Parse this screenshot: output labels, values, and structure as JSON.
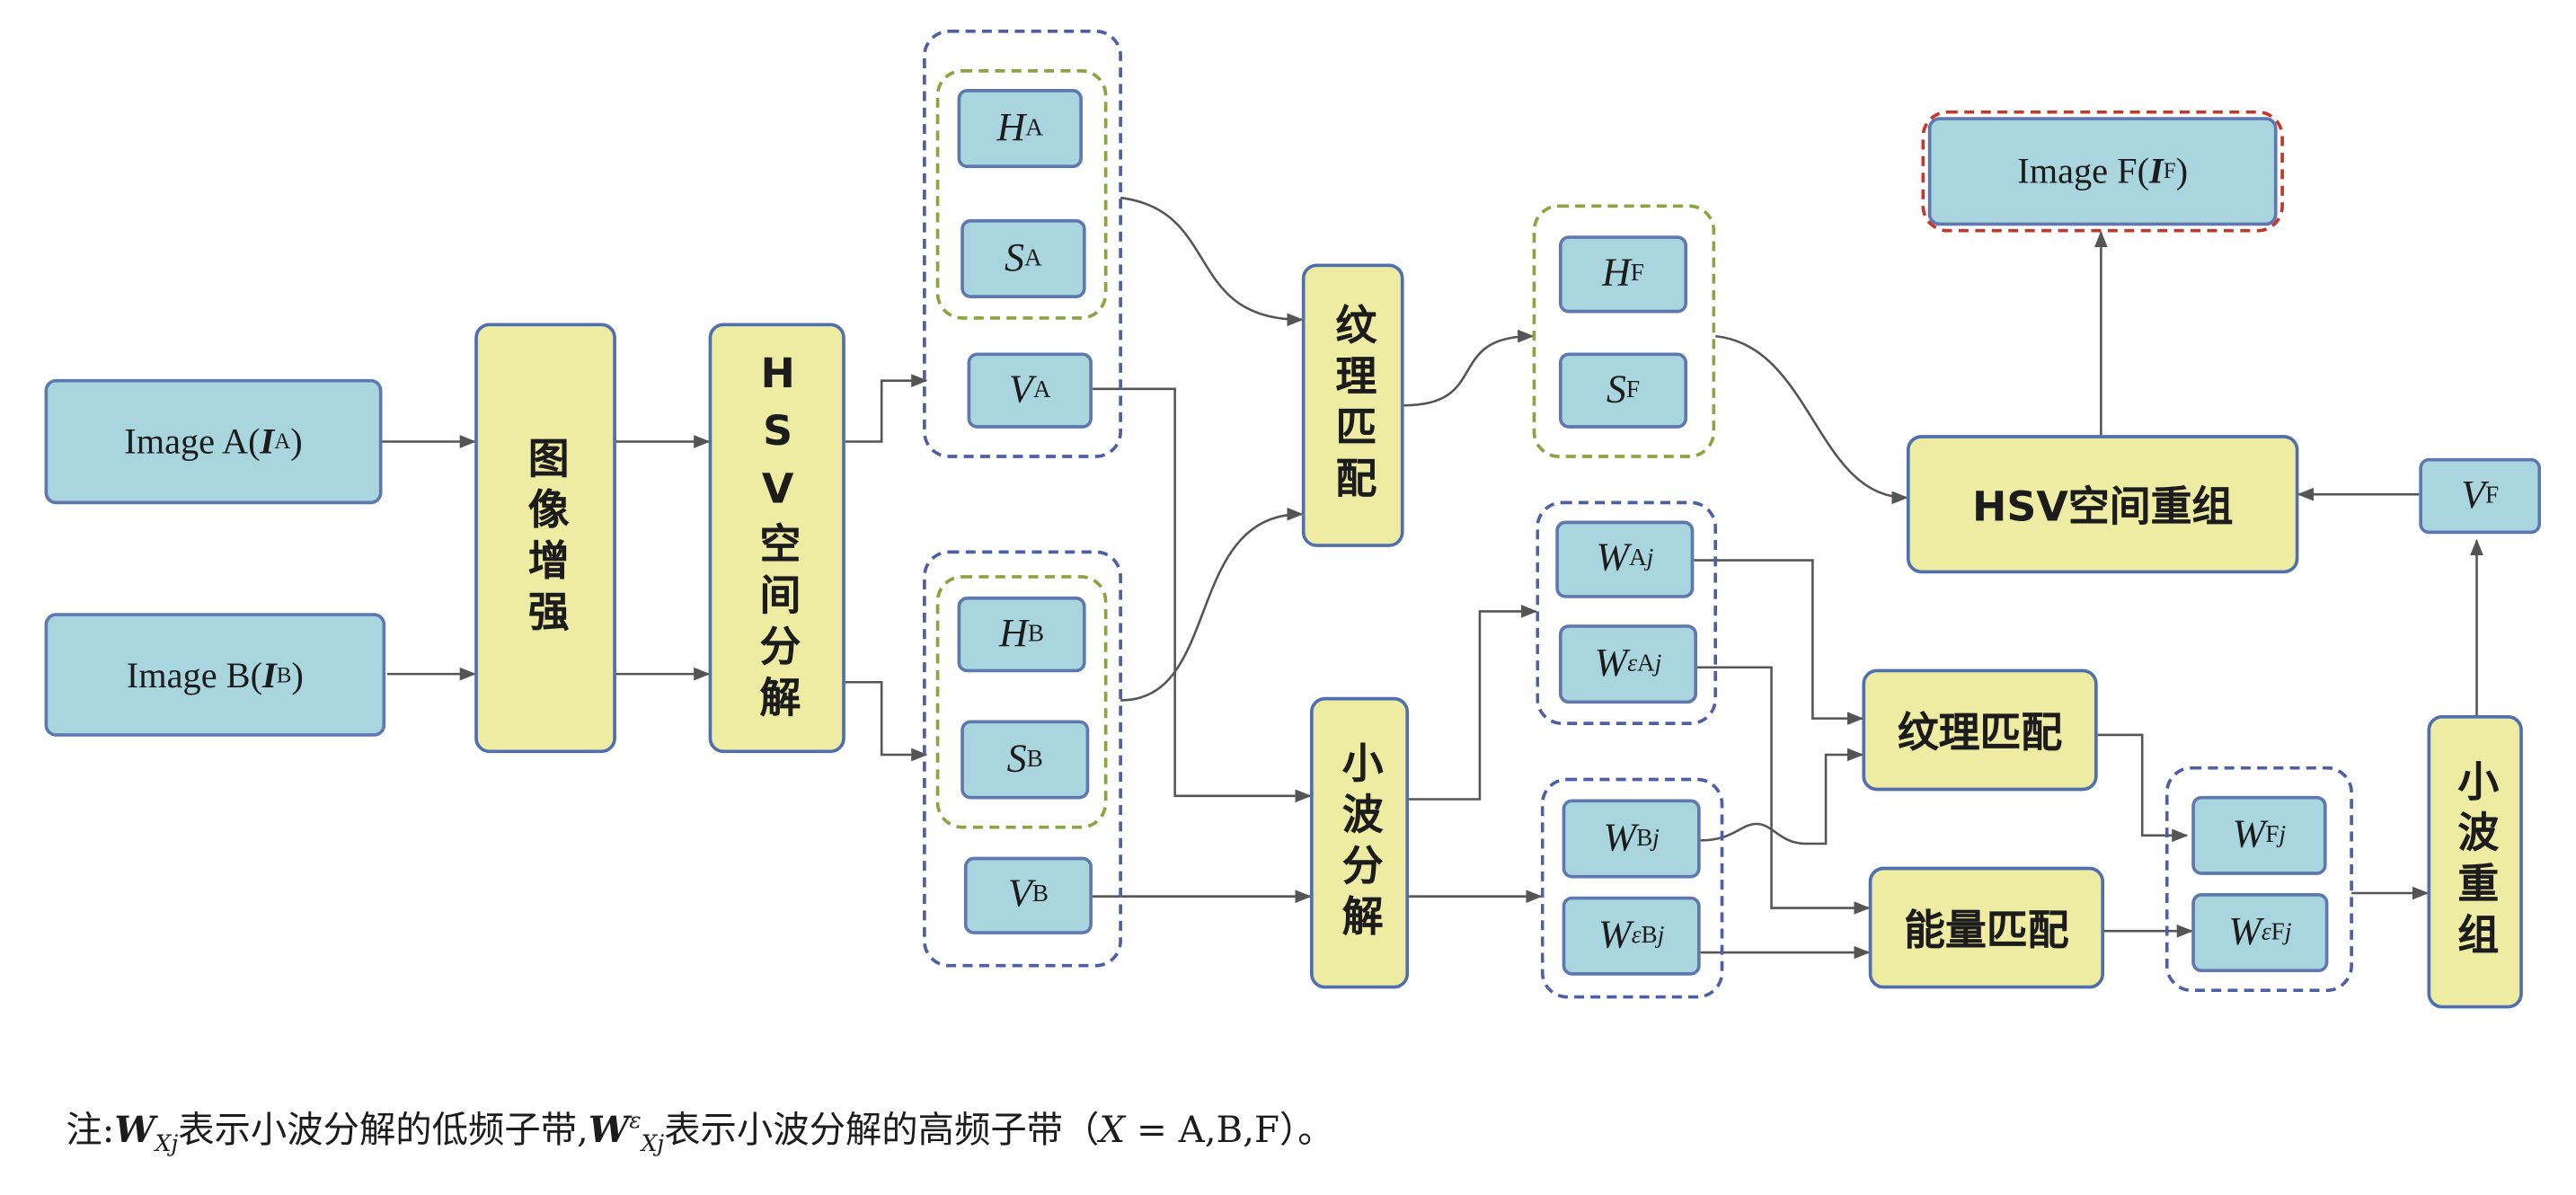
{
  "inputs": {
    "image_a": {
      "prefix": "Image A(",
      "var": "I",
      "sub": "A",
      "suffix": ")"
    },
    "image_b": {
      "prefix": "Image B(",
      "var": "I",
      "sub": "B",
      "suffix": ")"
    },
    "image_f": {
      "prefix": "Image F(",
      "var": "I",
      "sub": "F",
      "suffix": ")"
    }
  },
  "steps": {
    "enhance": "图像增强",
    "hsv_decompose": "HSV空间分解",
    "texture_match_1": "纹理匹配",
    "wavelet_decompose": "小波分解",
    "hsv_recompose": "HSV空间重组",
    "texture_match_2": "纹理匹配",
    "energy_match": "能量匹配",
    "wavelet_recompose": "小波重组"
  },
  "channels": {
    "ha": {
      "var": "H",
      "sub": "A"
    },
    "sa": {
      "var": "S",
      "sub": "A"
    },
    "va": {
      "var": "V",
      "sub": "A"
    },
    "hb": {
      "var": "H",
      "sub": "B"
    },
    "sb": {
      "var": "S",
      "sub": "B"
    },
    "vb": {
      "var": "V",
      "sub": "B"
    },
    "hf": {
      "var": "H",
      "sub": "F"
    },
    "sf": {
      "var": "S",
      "sub": "F"
    },
    "vf": {
      "var": "V",
      "sub": "F"
    }
  },
  "coeffs": {
    "wa": {
      "var": "W",
      "sub": "A",
      "subsub": "j",
      "sup": ""
    },
    "wae": {
      "var": "W",
      "sub": "A",
      "subsub": "j",
      "sup": "ε"
    },
    "wb": {
      "var": "W",
      "sub": "B",
      "subsub": "j",
      "sup": ""
    },
    "wbe": {
      "var": "W",
      "sub": "B",
      "subsub": "j",
      "sup": "ε"
    },
    "wf": {
      "var": "W",
      "sub": "F",
      "subsub": "j",
      "sup": ""
    },
    "wfe": {
      "var": "W",
      "sub": "F",
      "subsub": "j",
      "sup": "ε"
    }
  },
  "note": {
    "lead": "注:",
    "w": "W",
    "sub_x": "X",
    "sub_j": "j",
    "text1": "表示小波分解的低频子带,",
    "sup_e": "ε",
    "text2": "表示小波分解的高频子带（",
    "x": "X",
    "text3": " = A,B,F）。"
  },
  "colors": {
    "blue_box": "#a9d6de",
    "yellow_box": "#eeeba3",
    "box_border": "#5f78b0",
    "dash_blue": "#4d5fa6",
    "dash_green": "#8aa43f",
    "dash_red": "#c0392b",
    "edge": "#555555"
  }
}
